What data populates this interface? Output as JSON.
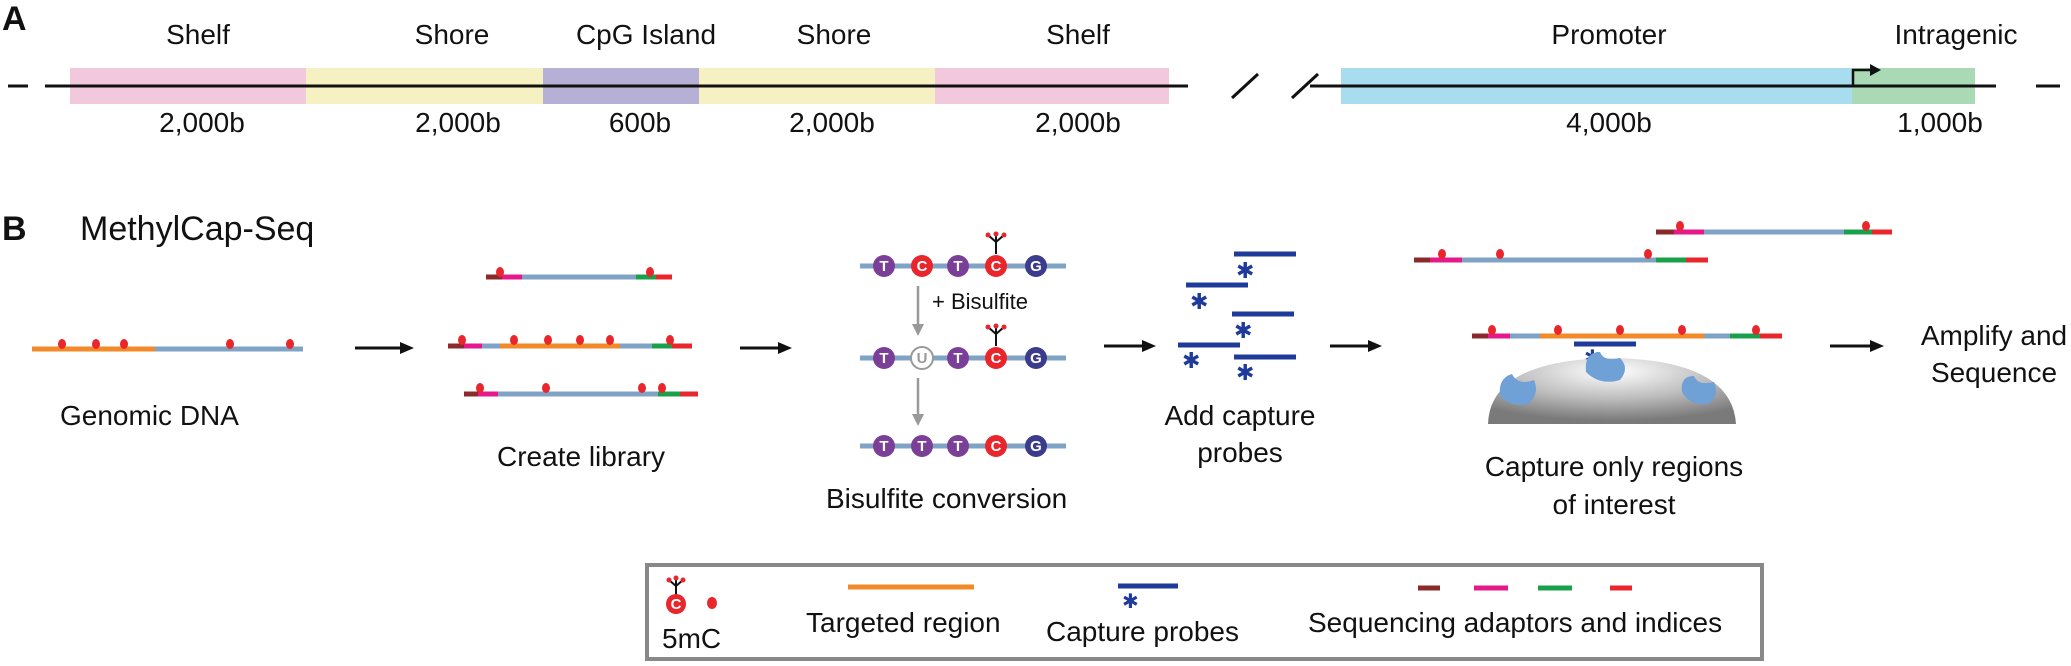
{
  "panel_a": {
    "letter": "A",
    "regions": [
      {
        "label": "Shelf",
        "size": "2,000b"
      },
      {
        "label": "Shore",
        "size": "2,000b"
      },
      {
        "label": "CpG Island",
        "size": "600b"
      },
      {
        "label": "Shore",
        "size": "2,000b"
      },
      {
        "label": "Shelf",
        "size": "2,000b"
      },
      {
        "label": "Promoter",
        "size": "4,000b"
      },
      {
        "label": "Intragenic",
        "size": "1,000b"
      }
    ]
  },
  "panel_b": {
    "letter": "B",
    "title": "MethylCap-Seq",
    "steps": {
      "genomic_dna": "Genomic DNA",
      "create_library": "Create library",
      "bisulfite_conversion": "Bisulfite conversion",
      "add_capture_probes": [
        "Add capture",
        "probes"
      ],
      "capture_regions": [
        "Capture only regions",
        "of interest"
      ],
      "amplify_sequence": [
        "Amplify and",
        "Sequence"
      ]
    },
    "bisulfite_label": "+ Bisulfite",
    "nucleotides": {
      "row1": [
        "T",
        "C",
        "T",
        "C",
        "G"
      ],
      "row2": [
        "T",
        "U",
        "T",
        "C",
        "G"
      ],
      "row3": [
        "T",
        "T",
        "T",
        "C",
        "G"
      ]
    }
  },
  "legend": {
    "methyl_label": "5mC",
    "methyl_letter": "C",
    "targeted_region": "Targeted region",
    "capture_probes": "Capture probes",
    "adaptors": "Sequencing adaptors and indices"
  },
  "colors": {
    "shelf": "#f2c9dc",
    "shore": "#f5f1c2",
    "cpg_island": "#b7b0d6",
    "promoter": "#a8dcef",
    "intragenic": "#a9d9b5",
    "dna_strand": "#7fa3c4",
    "targeted": "#f28a2a",
    "methyl": "#e8262c",
    "probe": "#1f3b9a",
    "adaptor_brown": "#8b2a2a",
    "adaptor_magenta": "#e6198a",
    "adaptor_green": "#1aa04a",
    "adaptor_red": "#e8262c",
    "nucleotide_t": "#7b3f98",
    "nucleotide_g": "#3c3c8c",
    "arrow_gray": "#999999",
    "bead": "#aaaaaa",
    "antibody": "#6fa0d6",
    "legend_border": "#888888"
  }
}
